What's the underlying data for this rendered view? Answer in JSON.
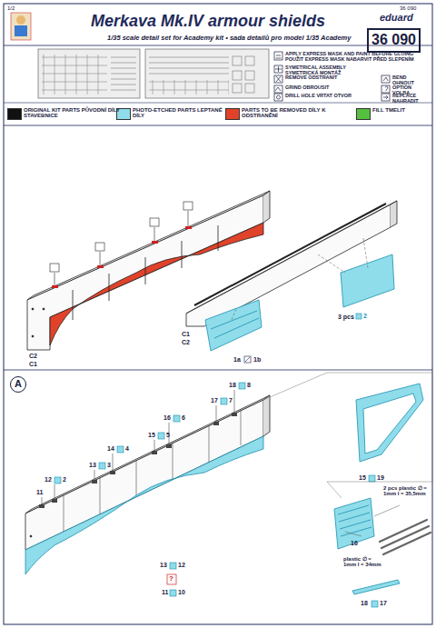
{
  "diagram": {
    "title": "Merkava Mk.IV armour shields",
    "nodes": [
      {
        "text": [
          "36 090"
        ]
      },
      {
        "text": [
          "A"
        ]
      }
    ],
    "labels": [
      "1/2",
      "36 090",
      "eduard",
      "1/35 scale detail set for Academy kit • sada detailů pro model 1/35 Academy",
      "APPLY EXPRESS MASK AND PAINT BEFORE GLUING POUŽIT EXPRESS MASK NABARVIT PŘED SLEPENÍM",
      "SYMETRICAL ASSEMBLY SYMETRICKÁ MONTÁŽ",
      "REMOVE ODSTRANIT",
      "BEND OHNOUT",
      "GRIND OBROUSIT",
      "OPTION VOLBA",
      "DRILL HOLE VRTAT OTVOR",
      "REPLACE NAHRADIT",
      "C2",
      "C1",
      "C1",
      "C2",
      "3 pcs",
      "2",
      "1a",
      "1b",
      "11",
      "12",
      "2",
      "13",
      "3",
      "14",
      "4",
      "15",
      "5",
      "16",
      "6",
      "17",
      "7",
      "18",
      "8",
      "13",
      "12",
      "?",
      "11",
      "10",
      "15",
      "19",
      "2 pcs plastic ∅ = 1mm l = 35,5mm",
      "plastic ∅ = 1mm l = 34mm",
      "16",
      "18",
      "17"
    ],
    "legend": [
      {
        "text": "ORIGINAL KIT PARTS PŮVODNÍ DÍLY STAVEBNICE",
        "color": "#111111"
      },
      {
        "text": "PHOTO-ETCHED PARTS LEPTANÉ DÍLY",
        "color": "#8fdcea"
      },
      {
        "text": "PARTS TO BE REMOVED DÍLY K ODSTRANĚNÍ",
        "color": "#e0432a"
      },
      {
        "text": "FILL TMELIT",
        "color": "#55c040"
      }
    ]
  }
}
